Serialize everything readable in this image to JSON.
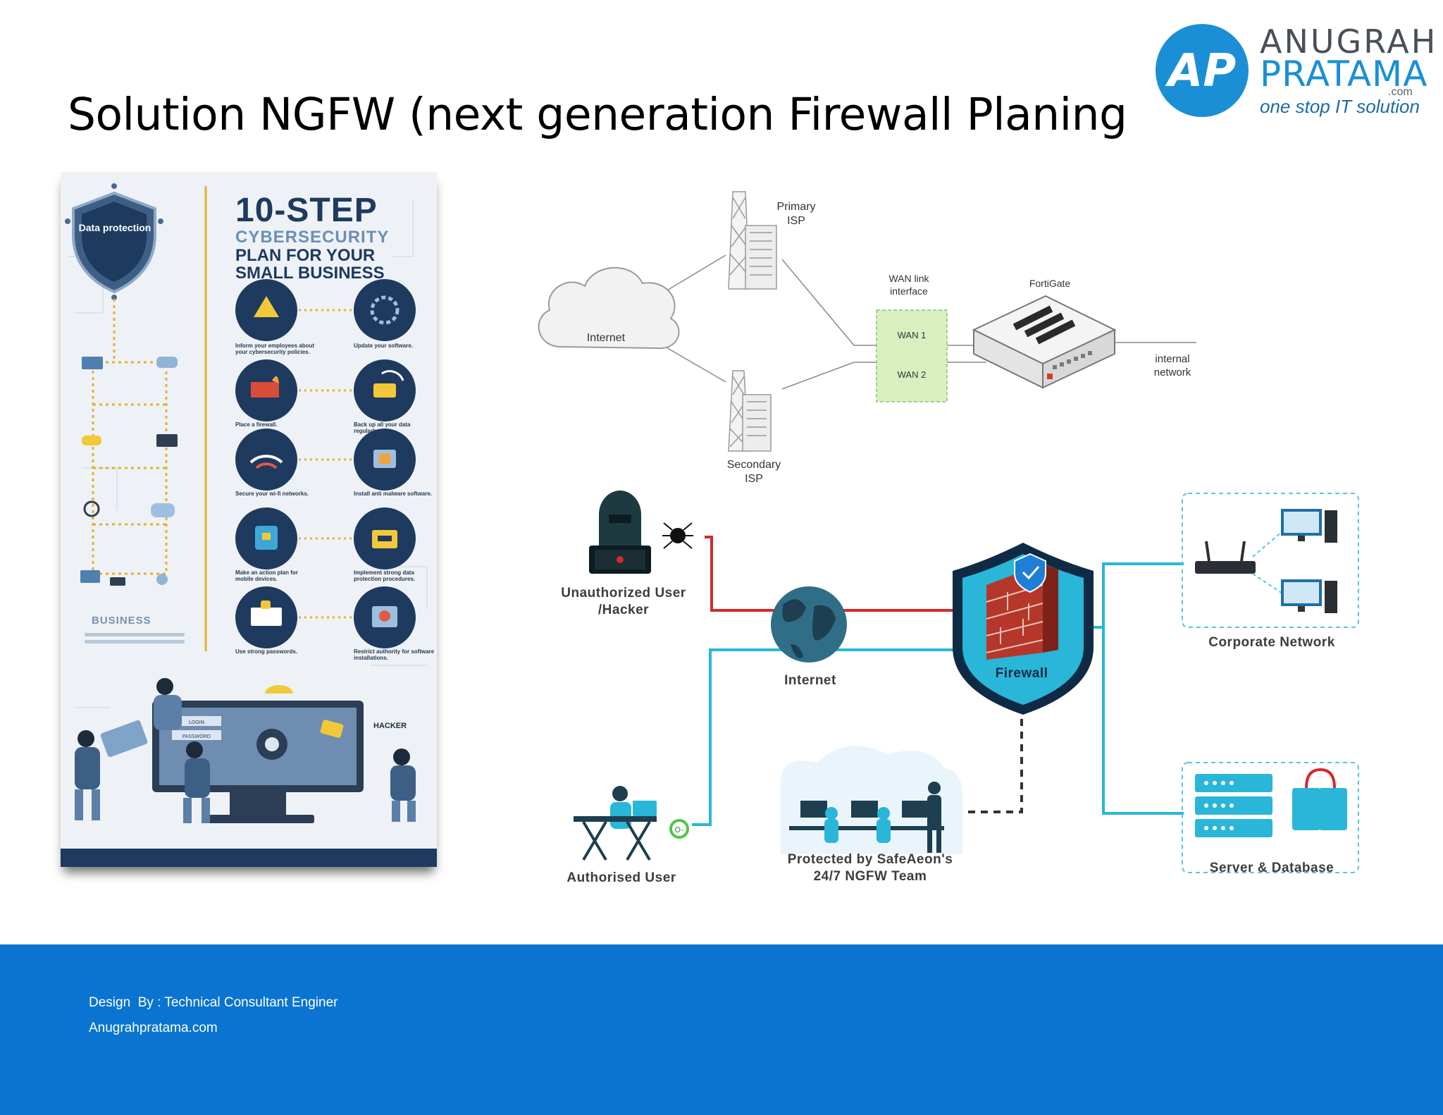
{
  "slide": {
    "title": "Solution  NGFW (next generation Firewall Planing"
  },
  "brand": {
    "logo_monogram": "AP",
    "name_line1": "ANUGRAH",
    "name_line2": "PRATAMA",
    "domain_suffix": ".com",
    "tagline": "one stop IT solution",
    "colors": {
      "blue": "#1b8fd6",
      "gray": "#4a5058"
    }
  },
  "infographic": {
    "title_line1": "10-STEP",
    "title_line2": "CYBERSECURITY",
    "title_line3": "PLAN FOR YOUR",
    "title_line4": "SMALL BUSINESS",
    "badge": "Data protection",
    "business_label": "BUSINESS",
    "hacker_label": "HACKER",
    "steps": [
      "Inform your employees about your cybersecurity policies.",
      "Update your software.",
      "Place a firewall.",
      "Back up all your data regularly.",
      "Secure your wi-fi networks.",
      "Install anti malware software.",
      "Make an action plan for mobile devices.",
      "Implement strong data protection procedures.",
      "Use strong passwords.",
      "Restrict authority for software installations."
    ],
    "screen_labels": [
      "LOGIN",
      "PASSWORD"
    ]
  },
  "wan_diagram": {
    "primary_isp": [
      "Primary",
      "ISP"
    ],
    "secondary_isp": [
      "Secondary",
      "ISP"
    ],
    "internet": "Internet",
    "wan_link": [
      "WAN link",
      "interface"
    ],
    "fortigate": "FortiGate",
    "wan1": "WAN 1",
    "wan2": "WAN 2",
    "internal_network": [
      "internal",
      "network"
    ],
    "colors": {
      "wan_box": "#d8f0c0",
      "wan_border": "#8cc46a"
    }
  },
  "ngfw_diagram": {
    "hacker": [
      "Unauthorized User",
      "/Hacker"
    ],
    "internet": "Internet",
    "firewall": "Firewall",
    "corporate_network": "Corporate Network",
    "server_database": "Server & Database",
    "authorised_user": "Authorised User",
    "team": [
      "Protected by SafeAeon's",
      "24/7 NGFW Team"
    ],
    "colors": {
      "cyan": "#29b6d8",
      "red": "#d42a2a",
      "shield": "#0f2a45"
    }
  },
  "footer": {
    "line1": "Design  By : Technical Consultant Enginer",
    "line2": "Anugrahpratama.com",
    "color": "#0a74d0"
  }
}
